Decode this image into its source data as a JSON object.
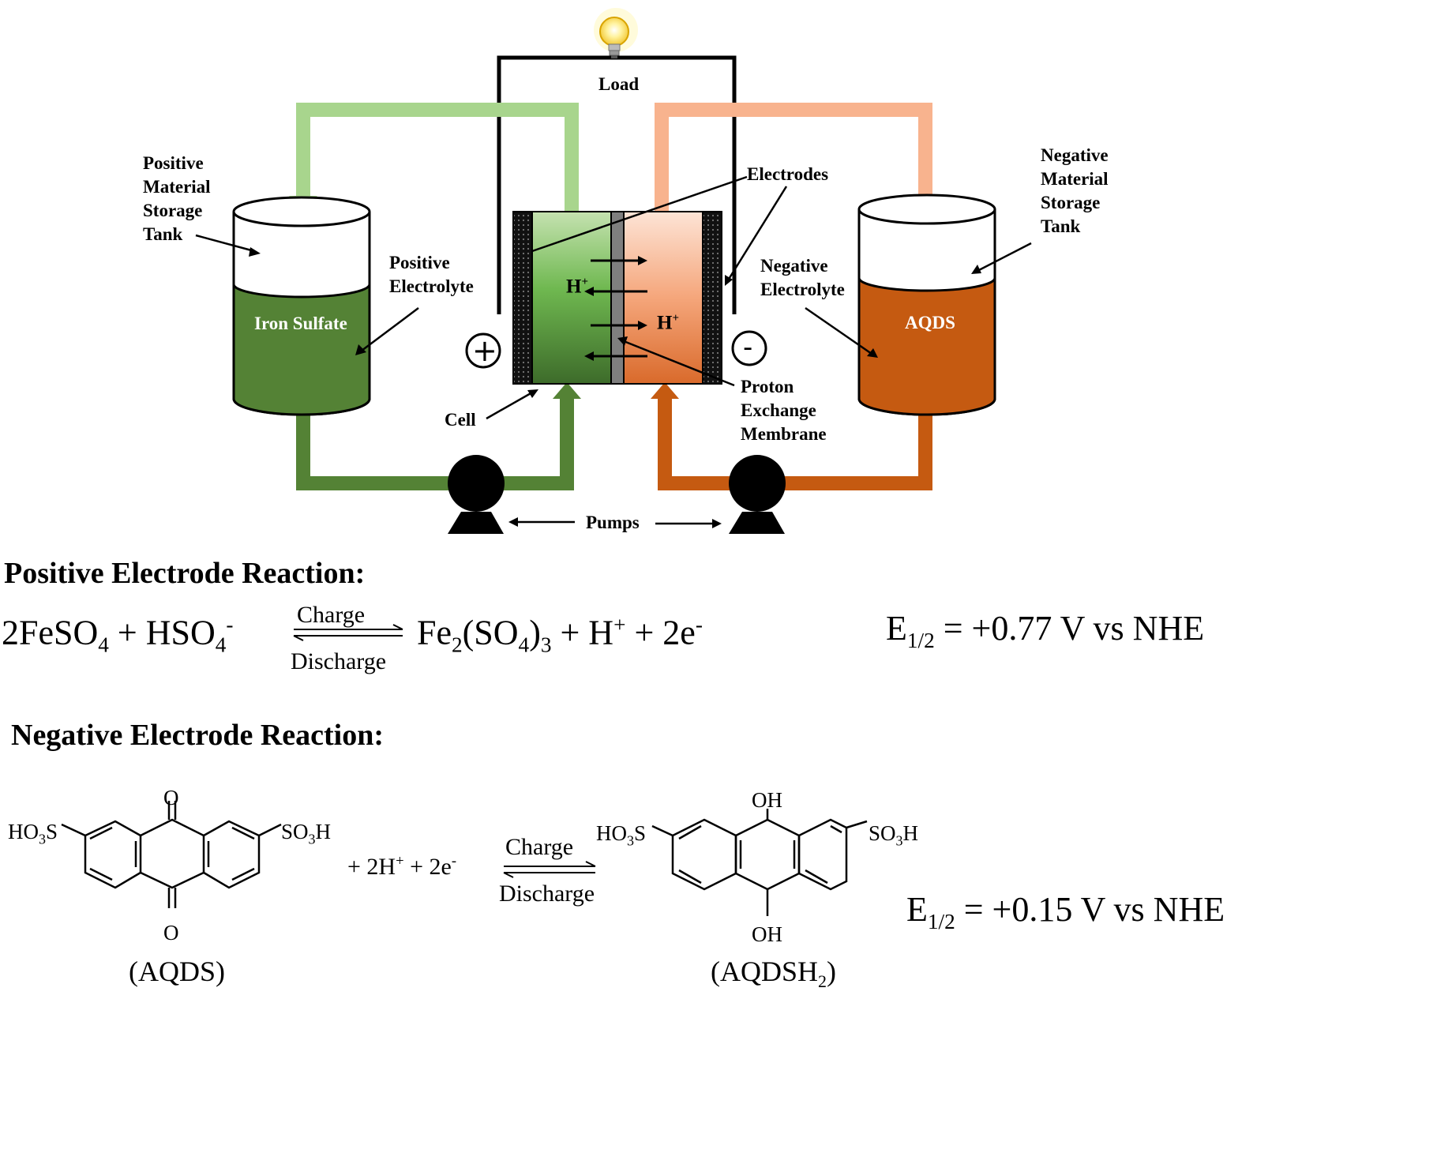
{
  "diagram": {
    "load_label": "Load",
    "electrodes_label": "Electrodes",
    "pos_tank_label": [
      "Positive",
      "Material",
      "Storage",
      "Tank"
    ],
    "neg_tank_label": [
      "Negative",
      "Material",
      "Storage",
      "Tank"
    ],
    "pos_electrolyte_label": [
      "Positive",
      "Electrolyte"
    ],
    "neg_electrolyte_label": [
      "Negative",
      "Electrolyte"
    ],
    "pos_tank_content": "Iron Sulfate",
    "neg_tank_content": "AQDS",
    "cell_label": "Cell",
    "membrane_label": [
      "Proton",
      "Exchange",
      "Membrane"
    ],
    "pumps_label": "Pumps",
    "proton_label": "H",
    "proton_sup": "+",
    "plus_sign": "+",
    "minus_sign": "-"
  },
  "positive_reaction": {
    "heading": "Positive Electrode Reaction:",
    "charge": "Charge",
    "discharge": "Discharge",
    "left": {
      "a": "2FeSO",
      "a_sub": "4",
      "b": " + HSO",
      "b_sub": "4",
      "b_sup": "-"
    },
    "right": {
      "a": "Fe",
      "a_sub": "2",
      "b": "(SO",
      "b_sub": "4",
      "c": ")",
      "c_sub": "3",
      "d": " + H",
      "d_sup": "+",
      "e": " + 2e",
      "e_sup": "-"
    },
    "potential": {
      "e": "E",
      "sub": "1/2",
      "rest": " = +0.77 V vs NHE"
    }
  },
  "negative_reaction": {
    "heading": "Negative Electrode Reaction:",
    "charge": "Charge",
    "discharge": "Discharge",
    "mid": {
      "a": "+ 2H",
      "a_sup": "+",
      "b": " + 2e",
      "b_sup": "-"
    },
    "aqds": {
      "top": "O",
      "bottom": "O",
      "left": "HO",
      "left_sub": "3",
      "left_end": "S",
      "right": "SO",
      "right_sub": "3",
      "right_end": "H",
      "name": "(AQDS)"
    },
    "aqdsh2": {
      "top": "OH",
      "bottom": "OH",
      "left": "HO",
      "left_sub": "3",
      "left_end": "S",
      "right": "SO",
      "right_sub": "3",
      "right_end": "H",
      "name_a": "(AQDSH",
      "name_sub": "2",
      "name_b": ")"
    },
    "potential": {
      "e": "E",
      "sub": "1/2",
      "rest": " = +0.15 V vs NHE"
    }
  },
  "colors": {
    "light_green": "#a8d58d",
    "dark_green": "#548235",
    "light_orange": "#f8b38e",
    "dark_orange": "#c55a11",
    "membrane": "#7f7f7f"
  }
}
